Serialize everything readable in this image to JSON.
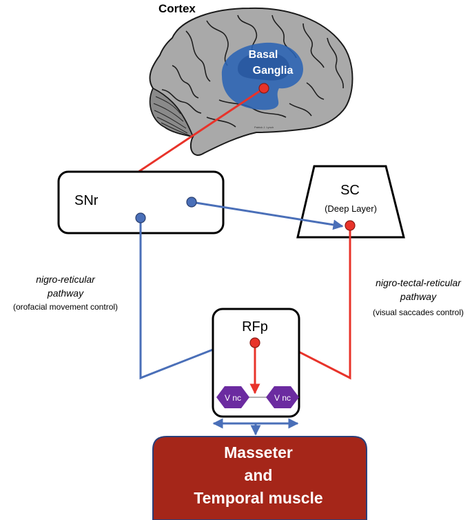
{
  "labels": {
    "cortex": "Cortex",
    "basal_line1": "Basal",
    "basal_line2": "Ganglia",
    "snr": "SNr",
    "sc": "SC",
    "sc_sub": "(Deep Layer)",
    "rfp": "RFp",
    "vnc_left": "V nc",
    "vnc_right": "V nc",
    "nigro_reticular_line1": "nigro-reticular",
    "nigro_reticular_line2": "pathway",
    "nigro_reticular_sub": "(orofacial movement control)",
    "nigro_tectal_line1": "nigro-tectal-reticular",
    "nigro_tectal_line2": "pathway",
    "nigro_tectal_sub": "(visual saccades control)",
    "muscle_line1": "Masseter",
    "muscle_line2": "and",
    "muscle_line3": "Temporal muscle",
    "brain_signature": "Patrick J. Lynch"
  },
  "colors": {
    "red_path": "#e8332a",
    "blue_path": "#4a6fb8",
    "muscle_box": "#a52619",
    "vnc": "#6b2ba0",
    "basal_ganglia": "#2a63b4",
    "brain": "#a9a9a9"
  }
}
